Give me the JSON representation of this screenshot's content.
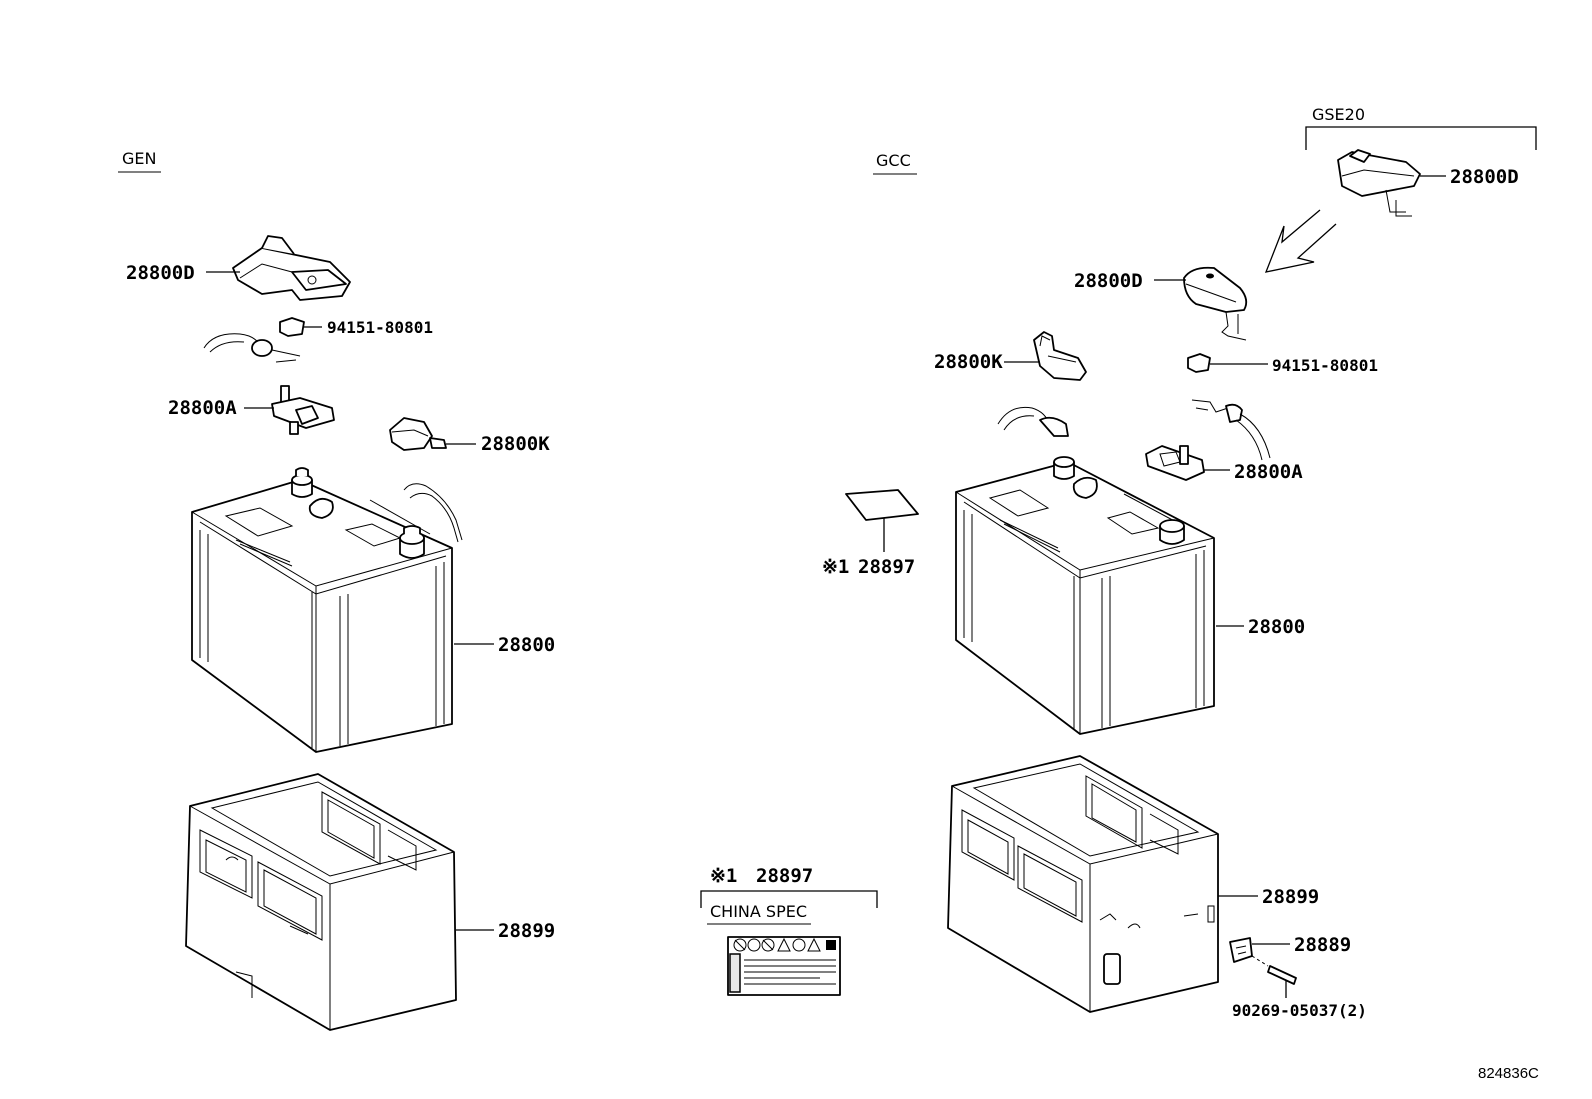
{
  "sections": {
    "gen": "GEN",
    "gcc": "GCC",
    "gse20": "GSE20",
    "china_spec": "CHINA SPEC"
  },
  "labels": {
    "gen_terminal_cover_pos": "28800D",
    "gen_nut": "94151-80801",
    "gen_terminal_neg": "28800A",
    "gen_terminal_cover_neg": "28800K",
    "gen_battery": "28800",
    "gen_tray": "28899",
    "gcc_terminal_cover_pos": "28800D",
    "gse_terminal_cover_pos": "28800D",
    "gcc_terminal_cover_neg": "28800K",
    "gcc_nut": "94151-80801",
    "gcc_terminal_neg": "28800A",
    "gcc_label_mark": "※1",
    "gcc_label": "28897",
    "gcc_battery": "28800",
    "gcc_tray": "28899",
    "gcc_bracket": "28889",
    "gcc_screw": "90269-05037(2)",
    "china_mark": "※1",
    "china_label": "28897"
  },
  "figure_ref": "824836C"
}
